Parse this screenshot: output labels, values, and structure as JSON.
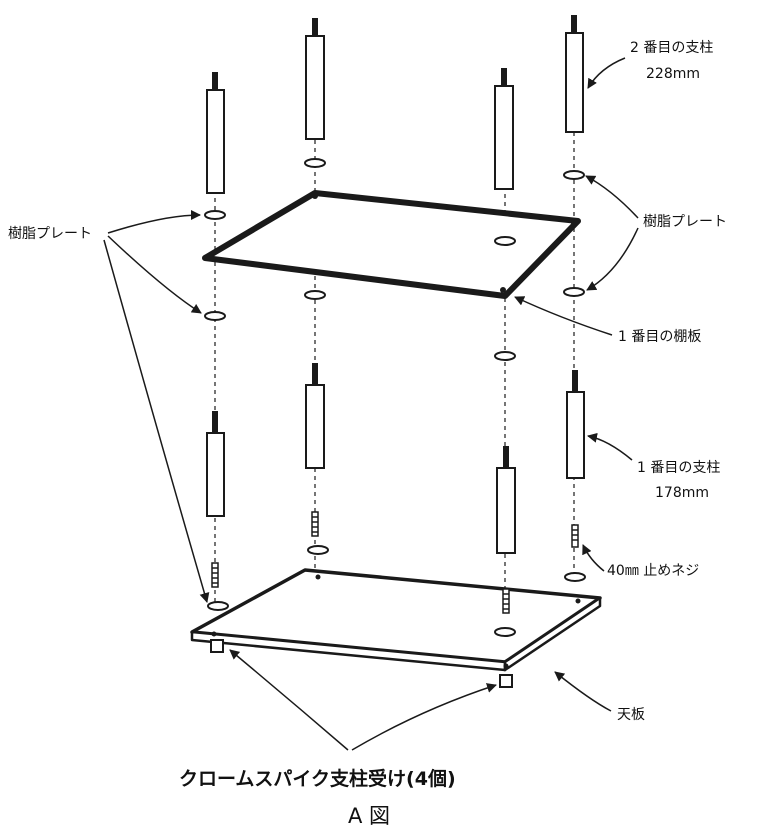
{
  "labels": {
    "post2_name": "2 番目の支柱",
    "post2_len": "228mm",
    "resin_plate_right": "樹脂プレート",
    "resin_plate_left": "樹脂プレート",
    "shelf1": "1 番目の棚板",
    "post1_name": "1 番目の支柱",
    "post1_len": "178mm",
    "screw": "40㎜ 止めネジ",
    "top_board": "天板",
    "caption": "クロームスパイク支柱受け(4個)",
    "figure_title": "A 図"
  },
  "colors": {
    "ink": "#1a1a1a",
    "panel": "#ffffff"
  }
}
